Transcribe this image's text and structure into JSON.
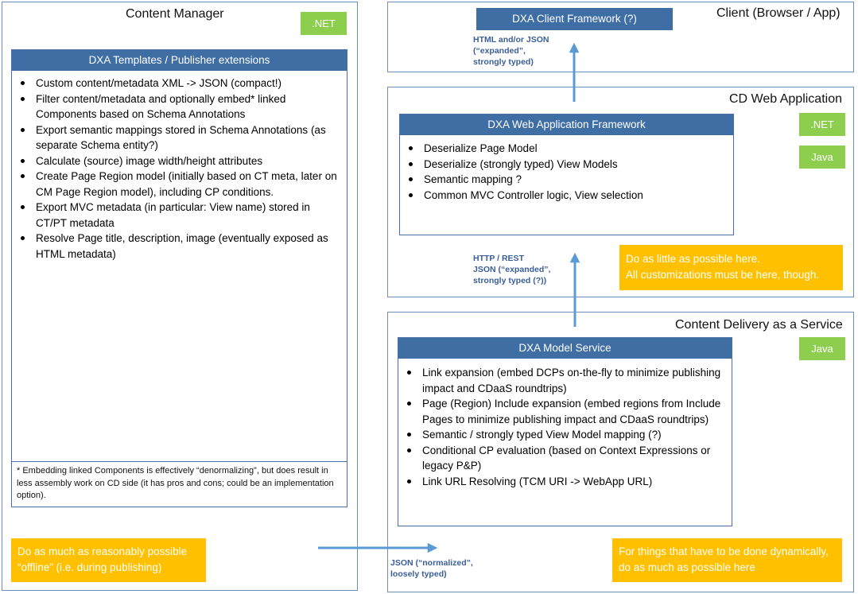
{
  "content_manager": {
    "title": "Content Manager",
    "tag": ".NET",
    "templates_box": {
      "header": "DXA Templates / Publisher extensions",
      "items": [
        "Custom content/metadata XML -> JSON (compact!)",
        "Filter content/metadata and optionally embed* linked Components based on Schema Annotations",
        "Export semantic mappings stored in Schema Annotations (as separate Schema entity?)",
        "Calculate (source) image width/height attributes",
        "Create Page Region model (initially based on CT meta, later on CM Page Region model),  including CP conditions.",
        "Export MVC metadata (in particular: View name) stored in CT/PT metadata",
        "Resolve Page title, description, image (eventually exposed as HTML metadata)"
      ],
      "footnote": "* Embedding linked Components is effectively “denormalizing”, but does result in less assembly work on CD side (it has pros and cons; could be an implementation option)."
    },
    "note": "Do as much as reasonably possible “offline” (i.e. during publishing)"
  },
  "client": {
    "title": "Client (Browser / App)",
    "box_header": "DXA Client Framework (?)"
  },
  "cd_web_app": {
    "title": "CD Web Application",
    "tags": [
      ".NET",
      "Java"
    ],
    "box": {
      "header": "DXA Web Application Framework",
      "items": [
        "Deserialize Page Model",
        "Deserialize (strongly typed) View Models",
        "Semantic mapping ?",
        "Common MVC Controller logic, View selection"
      ]
    },
    "note_lines": [
      "Do as little as possible here.",
      "All customizations must be here, though."
    ]
  },
  "cdaas": {
    "title": "Content Delivery as a Service",
    "tag": "Java",
    "box": {
      "header": "DXA Model Service",
      "items": [
        "Link expansion (embed DCPs on-the-fly to minimize publishing impact and CDaaS roundtrips)",
        "Page (Region) Include expansion (embed regions from Include Pages to minimize publishing impact and CDaaS roundtrips)",
        "Semantic / strongly typed View Model mapping (?)",
        "Conditional CP evaluation (based on Context Expressions or legacy P&P)",
        "Link URL Resolving (TCM URI -> WebApp URL)"
      ]
    },
    "note": "For things that have to be done dynamically, do as much as possible here"
  },
  "arrows": {
    "to_client": [
      "HTML and/or JSON",
      "(“expanded”,",
      "strongly typed)"
    ],
    "to_webapp": [
      "HTTP / REST",
      "JSON (“expanded”,",
      "strongly typed (?))"
    ],
    "from_cm": [
      "JSON (“normalized”,",
      "loosely typed)"
    ]
  },
  "colors": {
    "box_header": "#3f6ea5",
    "tag_green": "#8ece4f",
    "note_orange": "#ffc000",
    "arrow_blue": "#5b9bd5",
    "panel_border": "#6d8fbf"
  }
}
